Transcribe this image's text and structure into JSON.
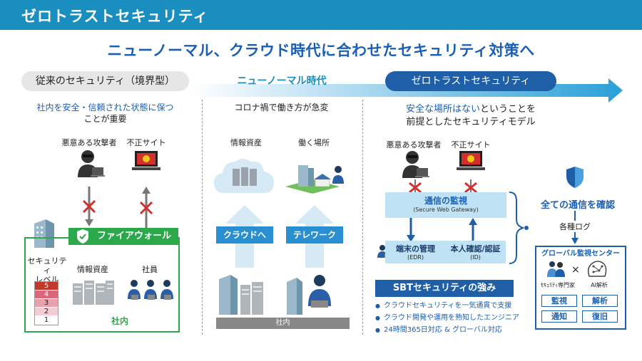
{
  "header": {
    "title": "ゼロトラストセキュリティ"
  },
  "subtitle": "ニューノーマル、クラウド時代に合わせたセキュリティ対策へ",
  "band": {
    "left_label": "従来のセキュリティ（境界型）",
    "center_label": "ニューノーマル時代",
    "right_label": "ゼロトラストセキュリティ"
  },
  "left": {
    "desc_line1": "社内を安全・信頼された状態に保つ",
    "desc_line2": "ことが重要",
    "attacker": "悪意ある攻撃者",
    "bad_site": "不正サイト",
    "firewall": "ファイアウォール",
    "security_level_label": "セキュリティ\nレベル",
    "levels": [
      "5",
      "4",
      "3",
      "2",
      "1"
    ],
    "info_assets": "情報資産",
    "employees": "社員",
    "inside": "社内",
    "colors": {
      "firewall_green": "#2aa84a",
      "level5": "#c0392b"
    }
  },
  "middle": {
    "desc": "コロナ禍で働き方が急変",
    "info_assets": "情報資産",
    "work_place": "働く場所",
    "to_cloud": "クラウドへ",
    "telework": "テレワーク",
    "inside": "社内"
  },
  "right": {
    "desc_line1_blue": "安全な場所はない",
    "desc_line1_rest": "ということを",
    "desc_line2": "前提としたセキュリティモデル",
    "attacker": "悪意ある攻撃者",
    "bad_site": "不正サイト",
    "monitor_title": "通信の監視",
    "monitor_sub": "(Secure Web Gateway)",
    "endpoint_title": "端末の管理",
    "endpoint_sub": "(EDR)",
    "identity_title": "本人確認/認証",
    "identity_sub": "(ID)",
    "verify_all": "全ての通信を確認",
    "logs": "各種ログ",
    "sbt_title": "SBTセキュリティの強み",
    "sbt_points": [
      "クラウドセキュリティを一気通貫で支援",
      "クラウド開発や運用を熟知したエンジニア",
      "24時間365日対応 & グローバル対応"
    ],
    "global_center": "グローバル監視センター",
    "expert": "ｾｷｭﾘﾃｨ専門家",
    "ai": "AI解析",
    "buttons": [
      "監視",
      "解析",
      "通知",
      "復旧"
    ]
  }
}
